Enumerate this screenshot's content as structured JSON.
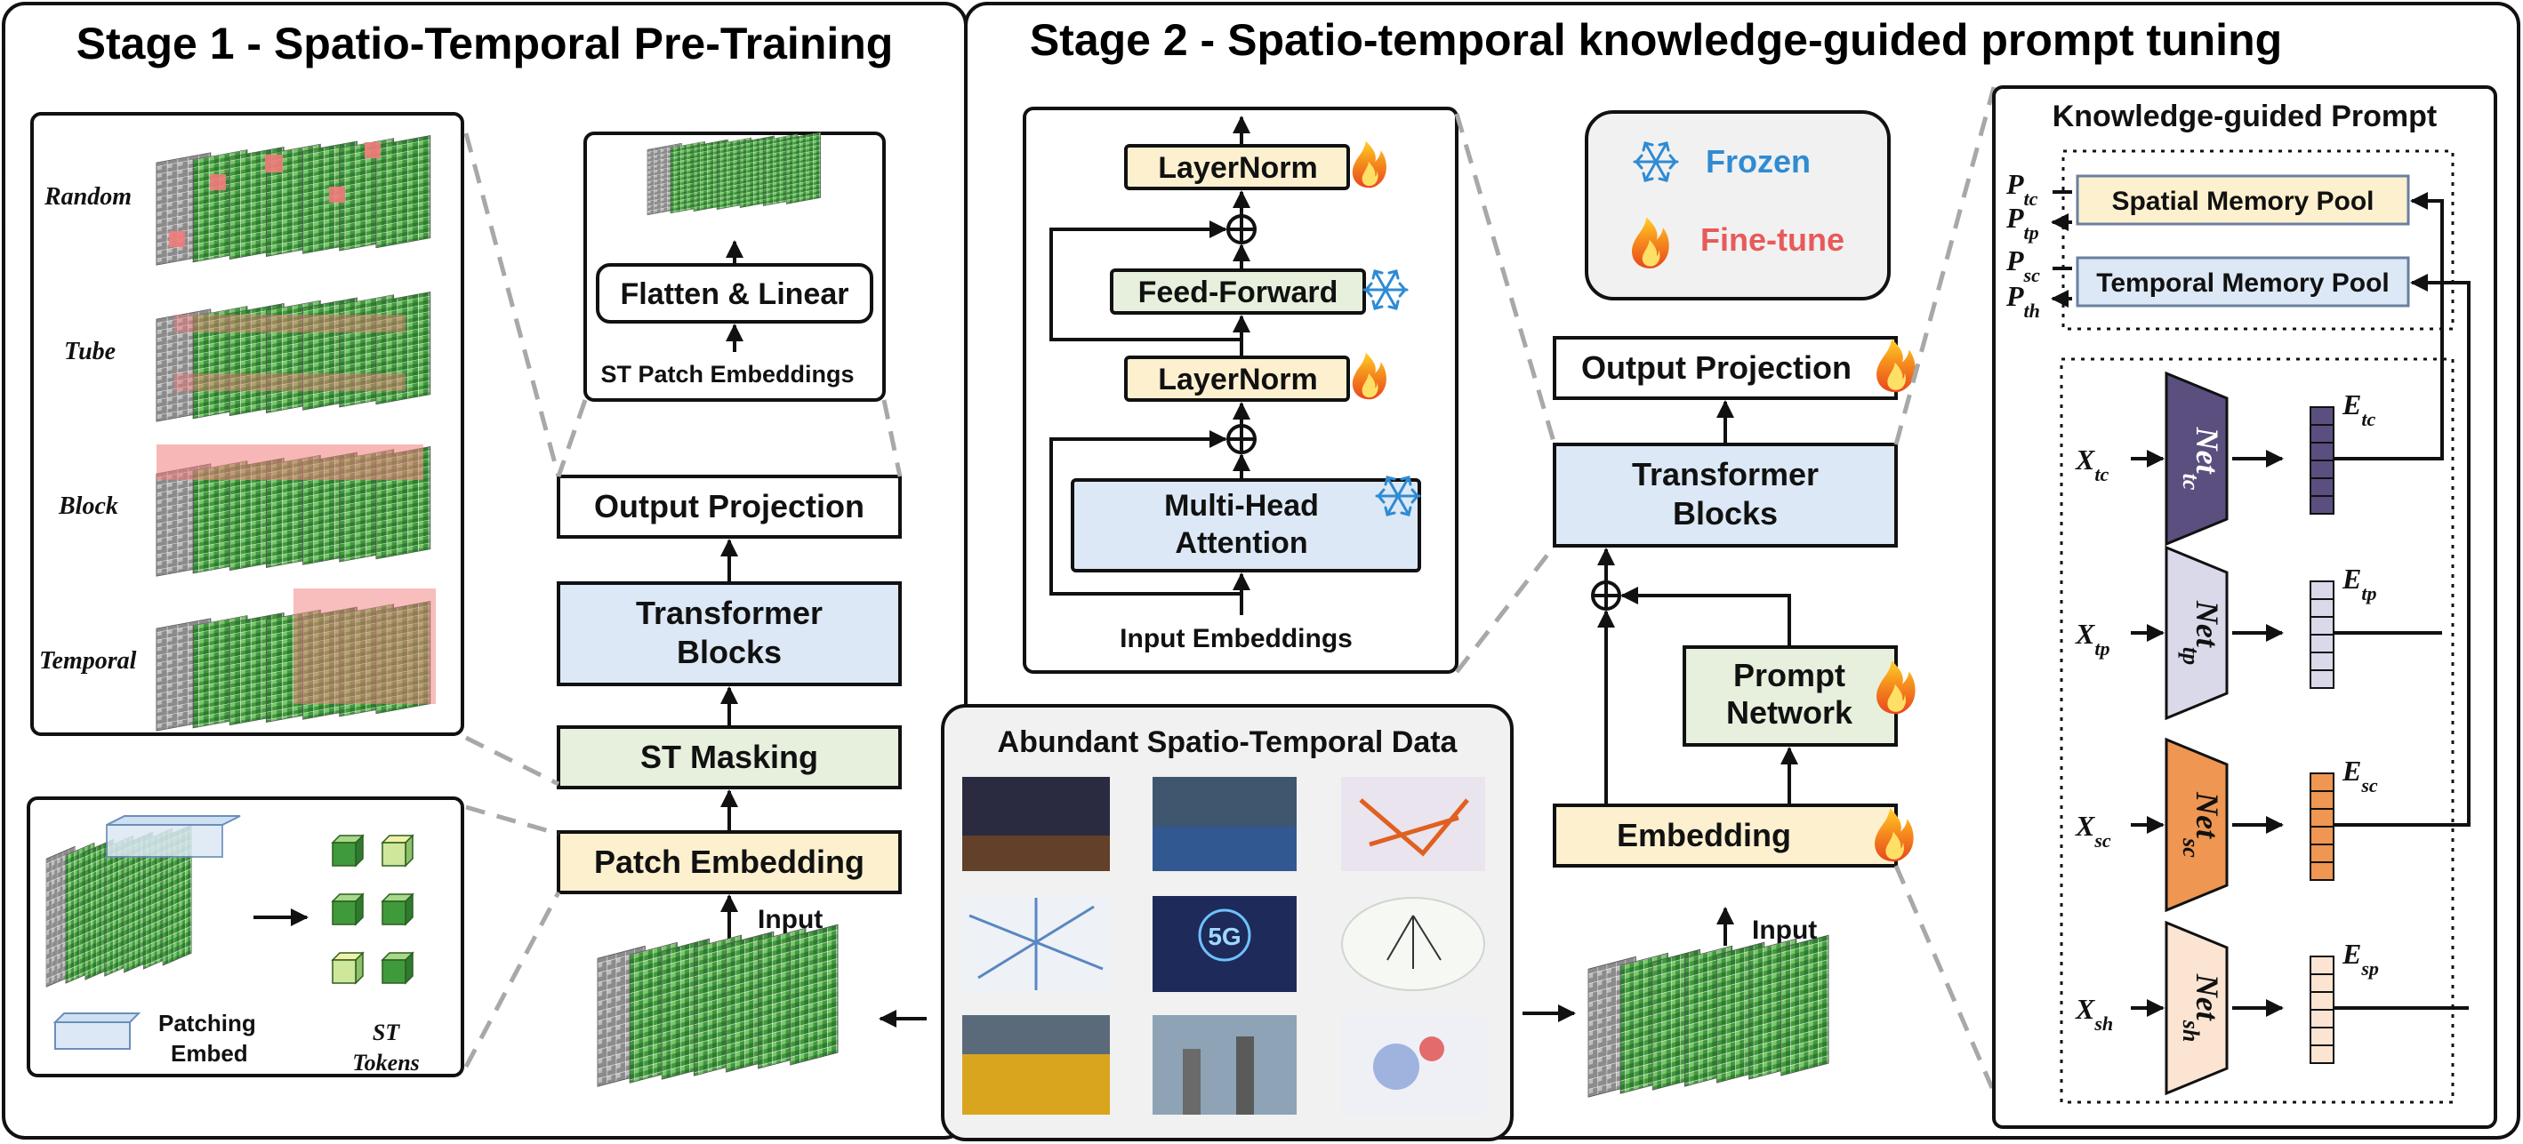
{
  "stage1": {
    "title": "Stage 1 - Spatio-Temporal Pre-Training",
    "mask_types": [
      "Random",
      "Tube",
      "Block",
      "Temporal"
    ],
    "decoder": {
      "flatten_linear": "Flatten & Linear",
      "st_patch_embeddings": "ST Patch Embeddings"
    },
    "pipeline": {
      "output_projection": "Output Projection",
      "transformer_blocks_line1": "Transformer",
      "transformer_blocks_line2": "Blocks",
      "st_masking": "ST Masking",
      "patch_embedding": "Patch Embedding",
      "input": "Input"
    },
    "patching": {
      "patching_line1": "Patching",
      "patching_line2": "Embed",
      "st_tokens_line1": "ST",
      "st_tokens_line2": "Tokens"
    }
  },
  "stage2": {
    "title": "Stage 2 - Spatio-temporal knowledge-guided prompt tuning",
    "block_detail": {
      "layernorm_top": "LayerNorm",
      "feed_forward": "Feed-Forward",
      "layernorm_mid": "LayerNorm",
      "mha_line1": "Multi-Head",
      "mha_line2": "Attention",
      "input_embeddings": "Input Embeddings"
    },
    "legend": {
      "frozen": "Frozen",
      "fine_tune": "Fine-tune"
    },
    "pipeline": {
      "output_projection": "Output Projection",
      "transformer_blocks_line1": "Transformer",
      "transformer_blocks_line2": "Blocks",
      "prompt_network_line1": "Prompt",
      "prompt_network_line2": "Network",
      "embedding": "Embedding",
      "input": "Input"
    },
    "data": {
      "title": "Abundant Spatio-Temporal Data",
      "badge_5g": "5G"
    },
    "knowledge_prompt": {
      "title": "Knowledge-guided Prompt",
      "spatial_pool": "Spatial Memory Pool",
      "temporal_pool": "Temporal Memory Pool",
      "prompts": [
        "tc",
        "tp",
        "sc",
        "th"
      ],
      "networks": [
        {
          "input": "tc",
          "net": "tc",
          "embed": "tc",
          "color": "#5a4f7f"
        },
        {
          "input": "tp",
          "net": "tp",
          "embed": "tp",
          "color": "#d9d9ea"
        },
        {
          "input": "sc",
          "net": "sc",
          "embed": "sc",
          "color": "#ee9652"
        },
        {
          "input": "sh",
          "net": "sh",
          "embed": "sp",
          "color": "#fbe4d2"
        }
      ]
    }
  },
  "colors": {
    "blue_box": "#dce8f5",
    "green_box": "#e6f0dd",
    "yellow_box": "#fdf0cf",
    "legend_bg": "#f1f1f1",
    "frozen_text": "#2f8bd3",
    "finetune_text": "#e85a5a",
    "dashed": "#a8a8a8"
  },
  "icons": {
    "snowflake": "snowflake-icon",
    "flame": "flame-icon",
    "plus": "plus-circle-icon"
  }
}
